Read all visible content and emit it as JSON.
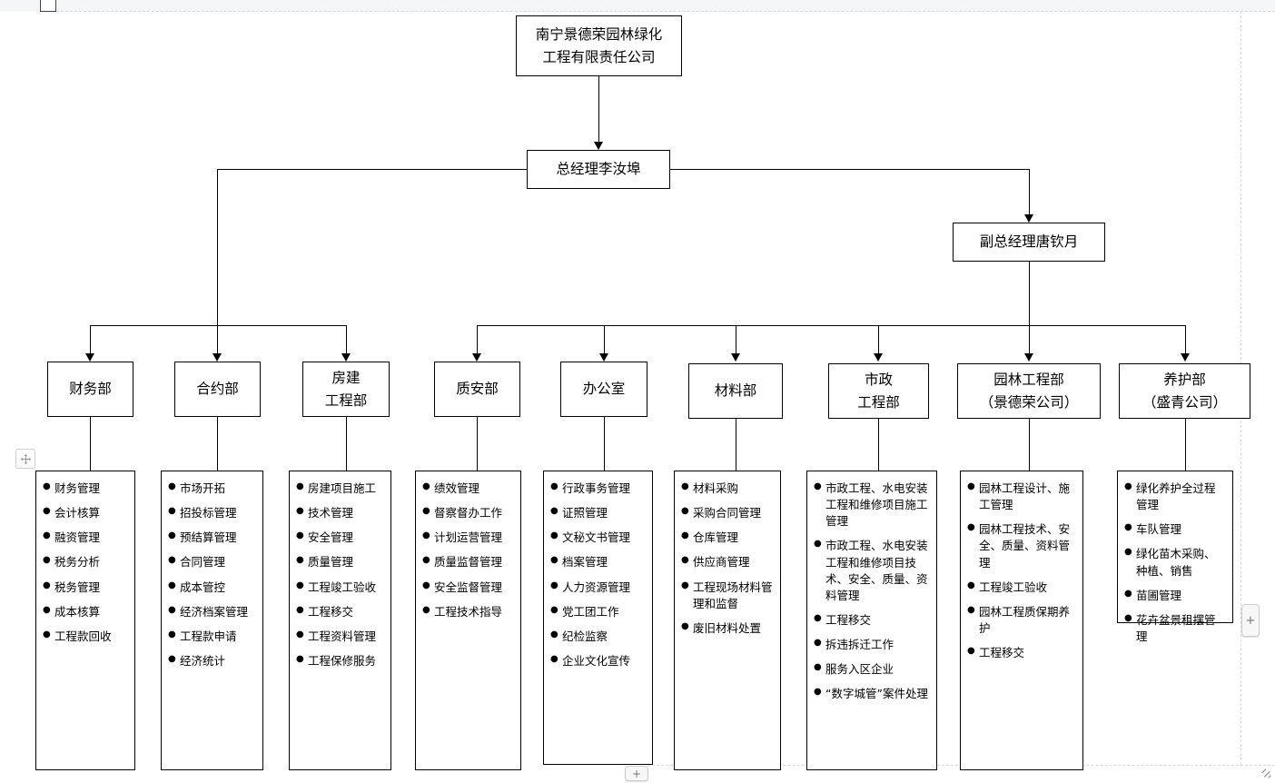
{
  "chrome": {
    "tab_name": "sheet-tab",
    "add_right_label": "+",
    "add_bottom_label": "+",
    "move_handle_icon": "move-arrows-icon",
    "corner_handle_icon": "resize-corner-icon"
  },
  "chart": {
    "title_box": {
      "lines": [
        "南宁景德荣园林绿化",
        "工程有限责任公司"
      ]
    },
    "general_manager": {
      "lines": [
        "总经理李汝埠"
      ]
    },
    "vice_general_manager": {
      "lines": [
        "副总经理唐钦月"
      ]
    },
    "departments": [
      {
        "id": "finance",
        "header": [
          "财务部"
        ],
        "duties": [
          "财务管理",
          "会计核算",
          "融资管理",
          "税务分析",
          "税务管理",
          "成本核算",
          "工程款回收"
        ]
      },
      {
        "id": "contract",
        "header": [
          "合约部"
        ],
        "duties": [
          "市场开拓",
          "招投标管理",
          "预结算管理",
          "合同管理",
          "成本管控",
          "经济档案管理",
          "工程款申请",
          "经济统计"
        ]
      },
      {
        "id": "building-engineering",
        "header": [
          "房建",
          "工程部"
        ],
        "duties": [
          "房建项目施工",
          "技术管理",
          "安全管理",
          "质量管理",
          "工程竣工验收",
          "工程移交",
          "工程资料管理",
          "工程保修服务"
        ]
      },
      {
        "id": "quality-safety",
        "header": [
          "质安部"
        ],
        "duties": [
          "绩效管理",
          "督察督办工作",
          "计划运营管理",
          "质量监督管理",
          "安全监督管理",
          "工程技术指导"
        ]
      },
      {
        "id": "office",
        "header": [
          "办公室"
        ],
        "duties": [
          "行政事务管理",
          "证照管理",
          "文秘文书管理",
          "档案管理",
          "人力资源管理",
          "党工团工作",
          "纪检监察",
          "企业文化宣传"
        ]
      },
      {
        "id": "materials",
        "header": [
          "材料部"
        ],
        "duties": [
          "材料采购",
          "采购合同管理",
          "仓库管理",
          "供应商管理",
          "工程现场材料管理和监督",
          "废旧材料处置"
        ]
      },
      {
        "id": "municipal-engineering",
        "header": [
          "市政",
          "工程部"
        ],
        "duties": [
          "市政工程、水电安装工程和维修项目施工管理",
          "市政工程、水电安装工程和维修项目技术、安全、质量、资料管理",
          "工程移交",
          "拆违拆迁工作",
          "服务入区企业",
          "“数字城管”案件处理"
        ]
      },
      {
        "id": "landscape-engineering",
        "header": [
          "园林工程部",
          "（景德荣公司）"
        ],
        "duties": [
          "园林工程设计、施工管理",
          "园林工程技术、安全、质量、资料管理",
          "工程竣工验收",
          "园林工程质保期养护",
          "工程移交"
        ]
      },
      {
        "id": "maintenance",
        "header": [
          "养护部",
          "（盛青公司）"
        ],
        "duties": [
          "绿化养护全过程管理",
          "车队管理",
          "绿化苗木采购、种植、销售",
          "苗圃管理",
          "花卉盆景租摆管理"
        ]
      }
    ]
  }
}
